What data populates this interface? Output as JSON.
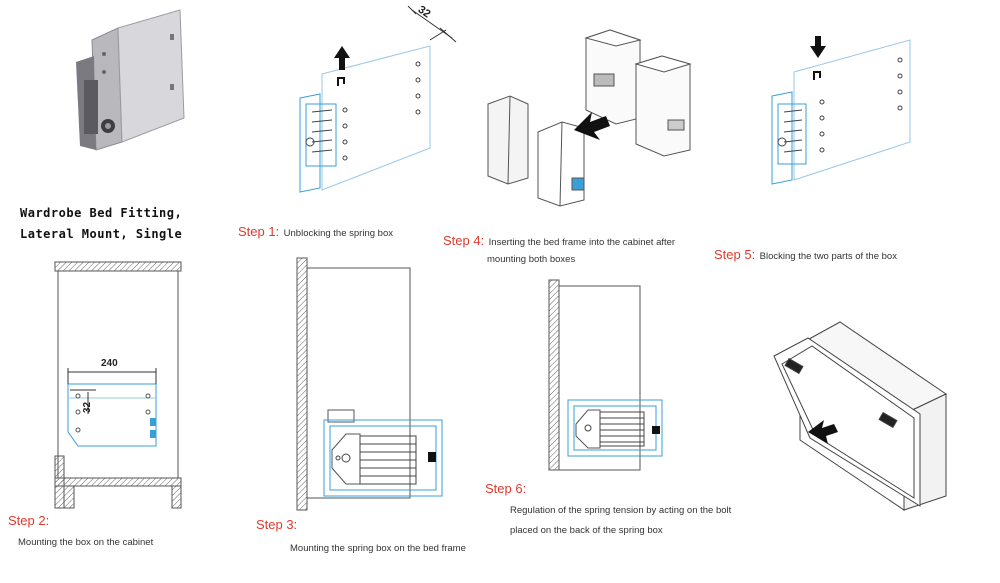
{
  "title_line1": "Wardrobe Bed Fitting,",
  "title_line2": "Lateral Mount, Single",
  "steps": [
    {
      "label": "Step 1:",
      "text": "Unblocking the spring box"
    },
    {
      "label": "Step 2:",
      "text": "Mounting the box on the cabinet"
    },
    {
      "label": "Step 3:",
      "text": "Mounting the spring box on the bed frame"
    },
    {
      "label": "Step 4:",
      "text_line1": "Inserting the bed frame into the cabinet after",
      "text_line2": "mounting both boxes"
    },
    {
      "label": "Step 5:",
      "text": "Blocking the two parts of the box"
    },
    {
      "label": "Step 6:",
      "text_line1": "Regulation of the spring tension by acting on the bolt",
      "text_line2": "placed on the back of the spring box"
    }
  ],
  "dimensions": {
    "width_240": "240",
    "spacing_32": "32",
    "offset_32": "32"
  },
  "colors": {
    "step_red": "#e03a2e",
    "blueprint_blue": "#3a9fd6",
    "line_gray": "#555555"
  }
}
